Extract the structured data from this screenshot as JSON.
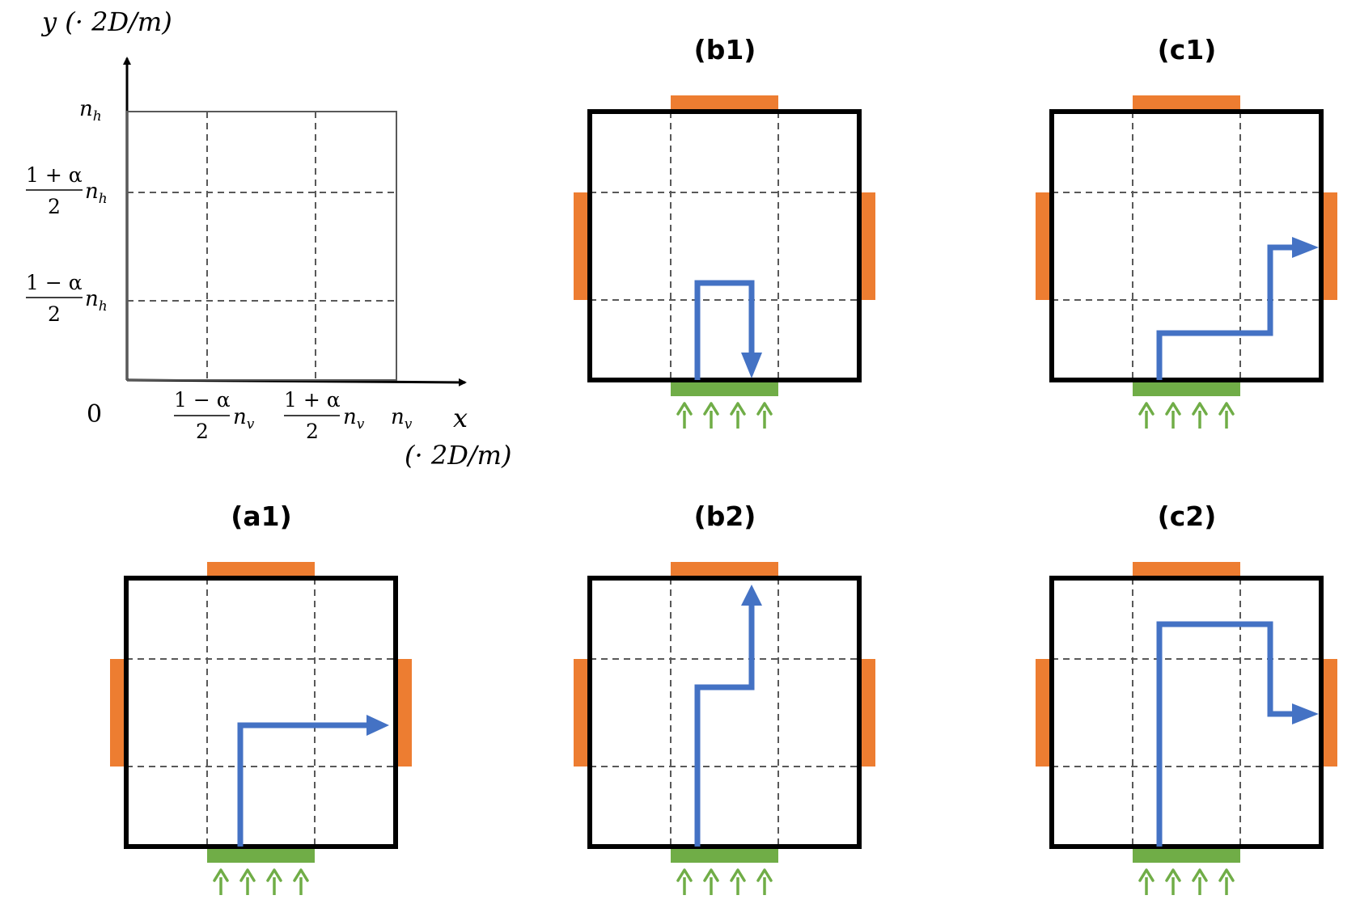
{
  "axes": {
    "y_label": "y (· 2D/m)",
    "x_label": "x",
    "x_unit": "(· 2D/m)",
    "origin": "0",
    "y_ticks": {
      "nh": "n",
      "nh_sub": "h",
      "upper_num": "1 + α",
      "upper_den": "2",
      "lower_num": "1 − α",
      "lower_den": "2"
    },
    "x_ticks": {
      "left_num": "1 − α",
      "left_den": "2",
      "right_num": "1 + α",
      "right_den": "2",
      "nv": "n",
      "nv_sub": "v"
    }
  },
  "panels": [
    {
      "id": "b1",
      "title": "(b1)"
    },
    {
      "id": "c1",
      "title": "(c1)"
    },
    {
      "id": "a1",
      "title": "(a1)"
    },
    {
      "id": "b2",
      "title": "(b2)"
    },
    {
      "id": "c2",
      "title": "(c2)"
    }
  ],
  "colors": {
    "frame": "#000000",
    "grid": "#595959",
    "exit": "#ed7d31",
    "entrance": "#70ad47",
    "path": "#4472c4"
  }
}
